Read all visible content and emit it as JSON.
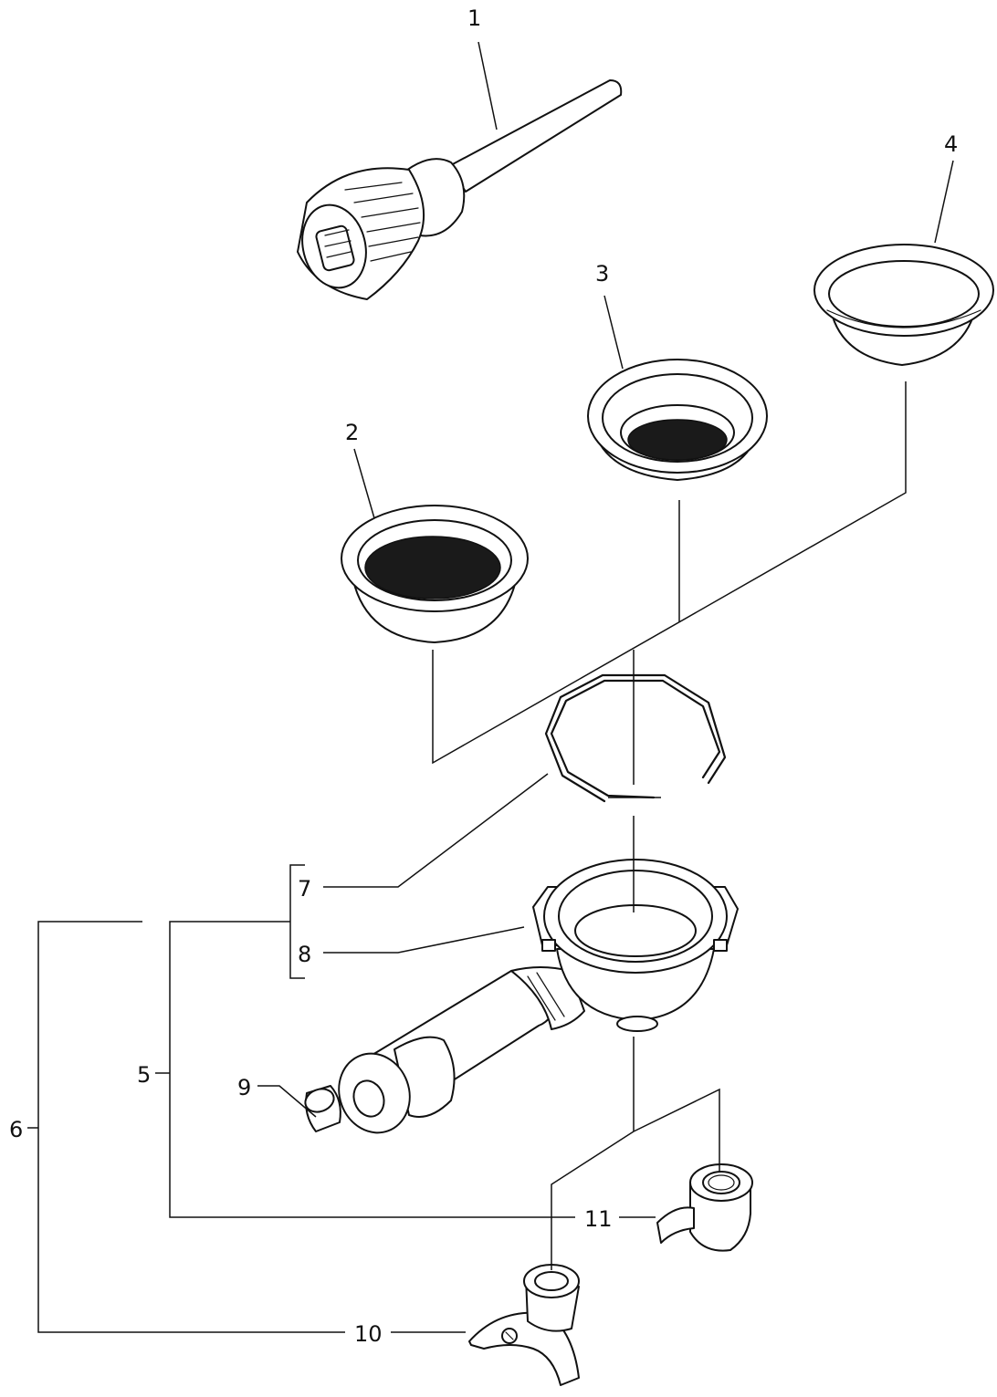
{
  "callouts": [
    {
      "id": "c1",
      "text": "1"
    },
    {
      "id": "c2",
      "text": "2"
    },
    {
      "id": "c3",
      "text": "3"
    },
    {
      "id": "c4",
      "text": "4"
    },
    {
      "id": "c5",
      "text": "5"
    },
    {
      "id": "c6",
      "text": "6"
    },
    {
      "id": "c7",
      "text": "7"
    },
    {
      "id": "c8",
      "text": "8"
    },
    {
      "id": "c9",
      "text": "9"
    },
    {
      "id": "c10",
      "text": "10"
    },
    {
      "id": "c11",
      "text": "11"
    }
  ],
  "colors": {
    "line": "#111111",
    "background": "#ffffff",
    "mesh": "#1a1a1a"
  }
}
